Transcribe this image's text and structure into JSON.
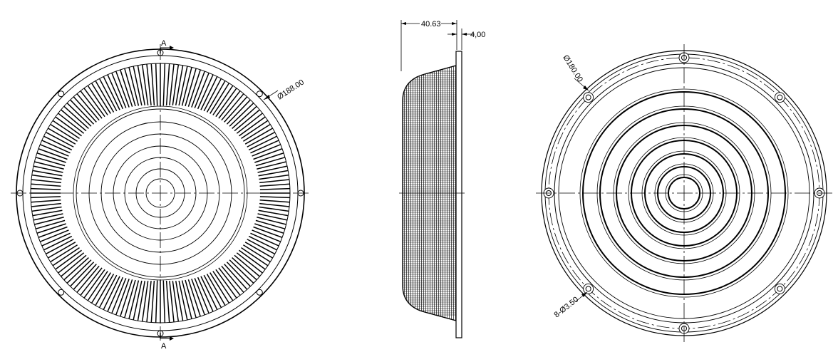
{
  "drawing": {
    "front_view": {
      "outer_diameter_label": "Ø188.00",
      "section_label_top": "A",
      "section_label_bottom": "A",
      "lens_rings": 7,
      "radial_ribs": 180,
      "mounting_holes": 8
    },
    "side_view": {
      "height_label": "40.63",
      "flange_thickness_label": "4,00"
    },
    "back_view": {
      "bolt_circle_label": "Ø180.00",
      "hole_label": "8-Ø3.50",
      "lens_rings": 7,
      "mounting_holes": 8
    }
  }
}
